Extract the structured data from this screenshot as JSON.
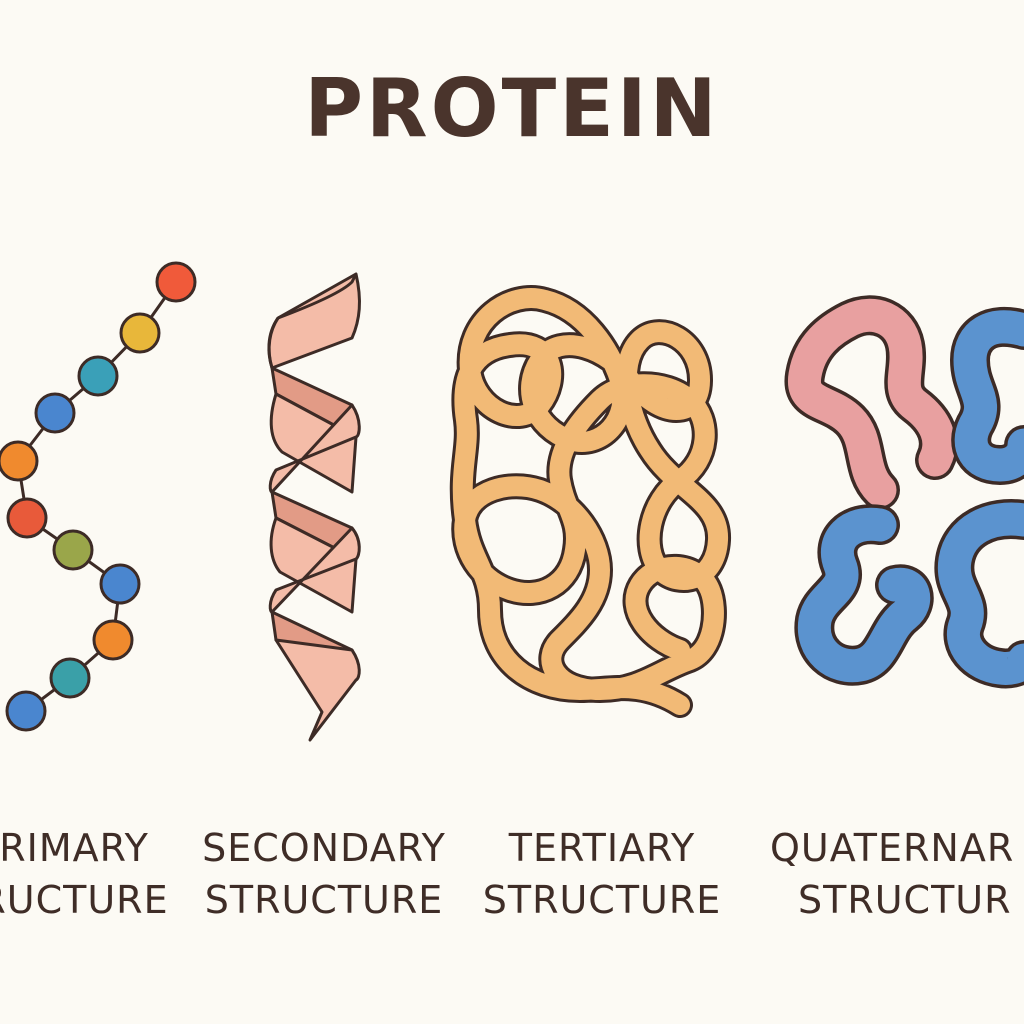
{
  "title": "PROTEIN",
  "colors": {
    "background": "#fcfaf4",
    "outline": "#3d2b26",
    "helix_ribbon": "#f2b5a1",
    "tertiary_chain": "#f2ba76",
    "quaternary_pink": "#e8a0a0",
    "quaternary_blue": "#5b93cf"
  },
  "structures": [
    {
      "name": "primary",
      "line1": "PRIMARY",
      "line2": "STRUCTURE",
      "visible_line1": "RIMARY",
      "visible_line2": "RUCTURE"
    },
    {
      "name": "secondary",
      "line1": "SECONDARY",
      "line2": "STRUCTURE",
      "visible_line1": "SECONDARY",
      "visible_line2": "STRUCTURE"
    },
    {
      "name": "tertiary",
      "line1": "TERTIARY",
      "line2": "STRUCTURE",
      "visible_line1": "TERTIARY",
      "visible_line2": "STRUCTURE"
    },
    {
      "name": "quaternary",
      "line1": "QUATERNARY",
      "line2": "STRUCTURE",
      "visible_line1": "QUATERNAR",
      "visible_line2": "STRUCTUR"
    }
  ],
  "bead_colors": [
    "#f05a3a",
    "#e8b73a",
    "#3aa0b8",
    "#4a86cf",
    "#f08a2e",
    "#e85a3a",
    "#9aa64a",
    "#4a86cf",
    "#f08a2e",
    "#3aa0a8",
    "#4a86cf"
  ]
}
